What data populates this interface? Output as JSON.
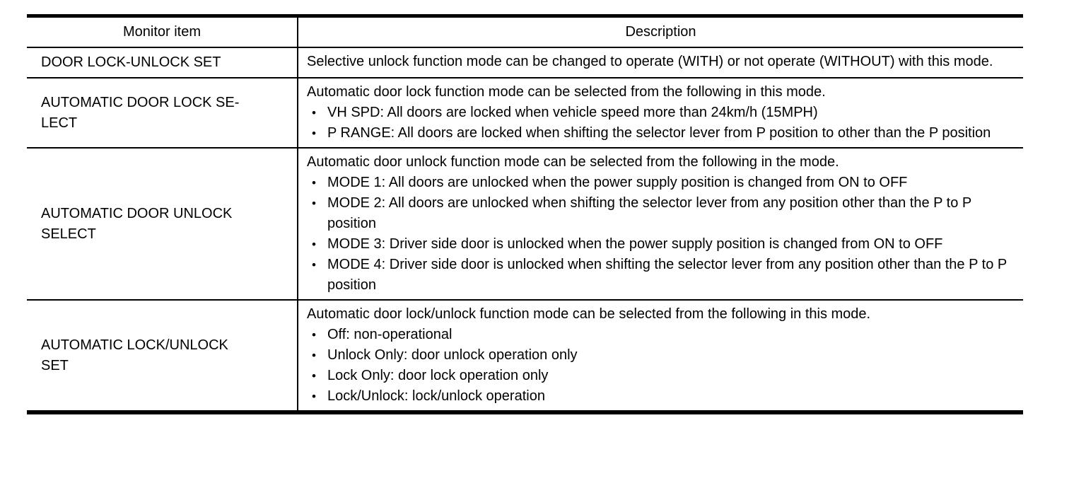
{
  "table": {
    "columns": [
      "Monitor item",
      "Description"
    ],
    "rows": [
      {
        "item": "DOOR LOCK-UNLOCK SET",
        "intro": "Selective unlock function mode can be changed to operate (WITH) or not operate (WITHOUT) with this mode.",
        "bullets": []
      },
      {
        "item": "AUTOMATIC DOOR LOCK SE-\nLECT",
        "intro": "Automatic door lock function mode can be selected from the following in this mode.",
        "bullets": [
          "VH SPD: All doors are locked when vehicle speed more than 24km/h (15MPH)",
          "P RANGE: All doors are locked when shifting the selector lever from P position to other than the P position"
        ]
      },
      {
        "item": "AUTOMATIC DOOR UNLOCK\nSELECT",
        "intro": "Automatic door unlock function mode can be selected from the following in the mode.",
        "bullets": [
          "MODE 1: All doors are unlocked when the power supply position is changed from ON to OFF",
          "MODE 2: All doors are unlocked when shifting the selector lever from any position other than the P to P position",
          "MODE 3: Driver side door is unlocked when the power supply position is changed from ON to OFF",
          "MODE 4: Driver side door is unlocked when shifting the selector lever from any position other than the P to P position"
        ]
      },
      {
        "item": "AUTOMATIC LOCK/UNLOCK\nSET",
        "intro": "Automatic door lock/unlock function mode can be selected from the following in this mode.",
        "bullets": [
          "Off: non-operational",
          "Unlock Only: door unlock operation only",
          "Lock Only: door lock operation only",
          "Lock/Unlock: lock/unlock operation"
        ]
      }
    ]
  }
}
